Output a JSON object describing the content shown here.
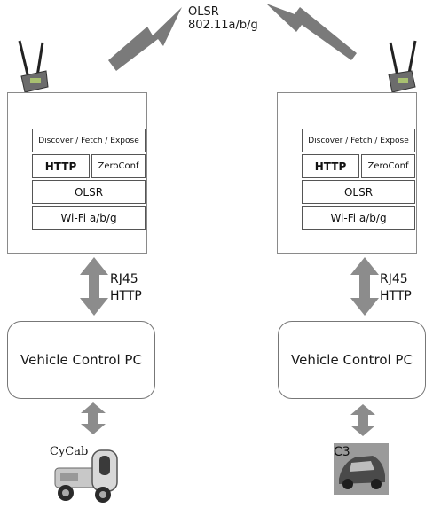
{
  "link": {
    "protocol": "OLSR",
    "standard": "802.11a/b/g"
  },
  "nodes": [
    {
      "stack": {
        "discover": "Discover / Fetch / Expose",
        "http": "HTTP",
        "zeroconf": "ZeroConf",
        "olsr": "OLSR",
        "wifi": "Wi-Fi a/b/g"
      },
      "connection": {
        "line1": "RJ45",
        "line2": "HTTP"
      },
      "control_pc": "Vehicle Control PC",
      "vehicle_label": "CyCab"
    },
    {
      "stack": {
        "discover": "Discover / Fetch / Expose",
        "http": "HTTP",
        "zeroconf": "ZeroConf",
        "olsr": "OLSR",
        "wifi": "Wi-Fi a/b/g"
      },
      "connection": {
        "line1": "RJ45",
        "line2": "HTTP"
      },
      "control_pc": "Vehicle Control PC",
      "vehicle_label": "C3"
    }
  ],
  "colors": {
    "arrow": "#8c8c8c",
    "lightning": "#7a7a7a",
    "router_border": "#8a8a8a"
  }
}
